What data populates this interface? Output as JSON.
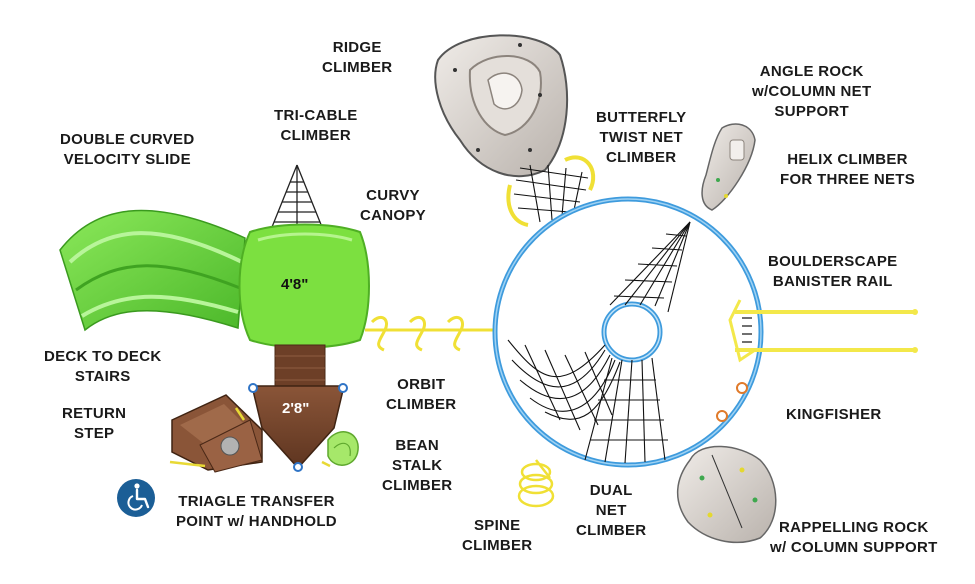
{
  "labels": {
    "ridge_climber": [
      "RIDGE",
      "CLIMBER"
    ],
    "angle_rock": [
      "ANGLE ROCK",
      "w/COLUMN NET",
      "SUPPORT"
    ],
    "butterfly": [
      "BUTTERFLY",
      "TWIST NET",
      "CLIMBER"
    ],
    "helix": [
      "HELIX CLIMBER",
      "FOR THREE NETS"
    ],
    "tri_cable": [
      "TRI-CABLE",
      "CLIMBER"
    ],
    "double_curved": [
      "DOUBLE CURVED",
      "VELOCITY SLIDE"
    ],
    "curvy_canopy": [
      "CURVY",
      "CANOPY"
    ],
    "boulderscape": [
      "BOULDERSCAPE",
      "BANISTER RAIL"
    ],
    "deck_stairs": [
      "DECK TO DECK",
      "STAIRS"
    ],
    "orbit": [
      "ORBIT",
      "CLIMBER"
    ],
    "return_step": [
      "RETURN",
      "STEP"
    ],
    "kingfisher": [
      "KINGFISHER"
    ],
    "bean_stalk": [
      "BEAN",
      "STALK",
      "CLIMBER"
    ],
    "triangle_transfer": [
      "TRIAGLE TRANSFER",
      "POINT w/ HANDHOLD"
    ],
    "dual_net": [
      "DUAL",
      "NET",
      "CLIMBER"
    ],
    "spine": [
      "SPINE",
      "CLIMBER"
    ],
    "rappelling": [
      "RAPPELLING ROCK",
      "w/ COLUMN SUPPORT"
    ]
  },
  "dimensions": {
    "canopy_deck_height": "4'8\"",
    "lower_deck_height": "2'8\""
  },
  "icons": {
    "accessibility": "wheelchair-accessibility-icon"
  },
  "colors": {
    "slide_green": "#6FD53A",
    "canopy_green": "#7CE040",
    "deck_brown": "#7A4A30",
    "orbit_blue": "#3E9BDD",
    "rail_yellow": "#F3E84A",
    "rock_grey": "#D9D4CF",
    "access_blue": "#1B5E96"
  }
}
